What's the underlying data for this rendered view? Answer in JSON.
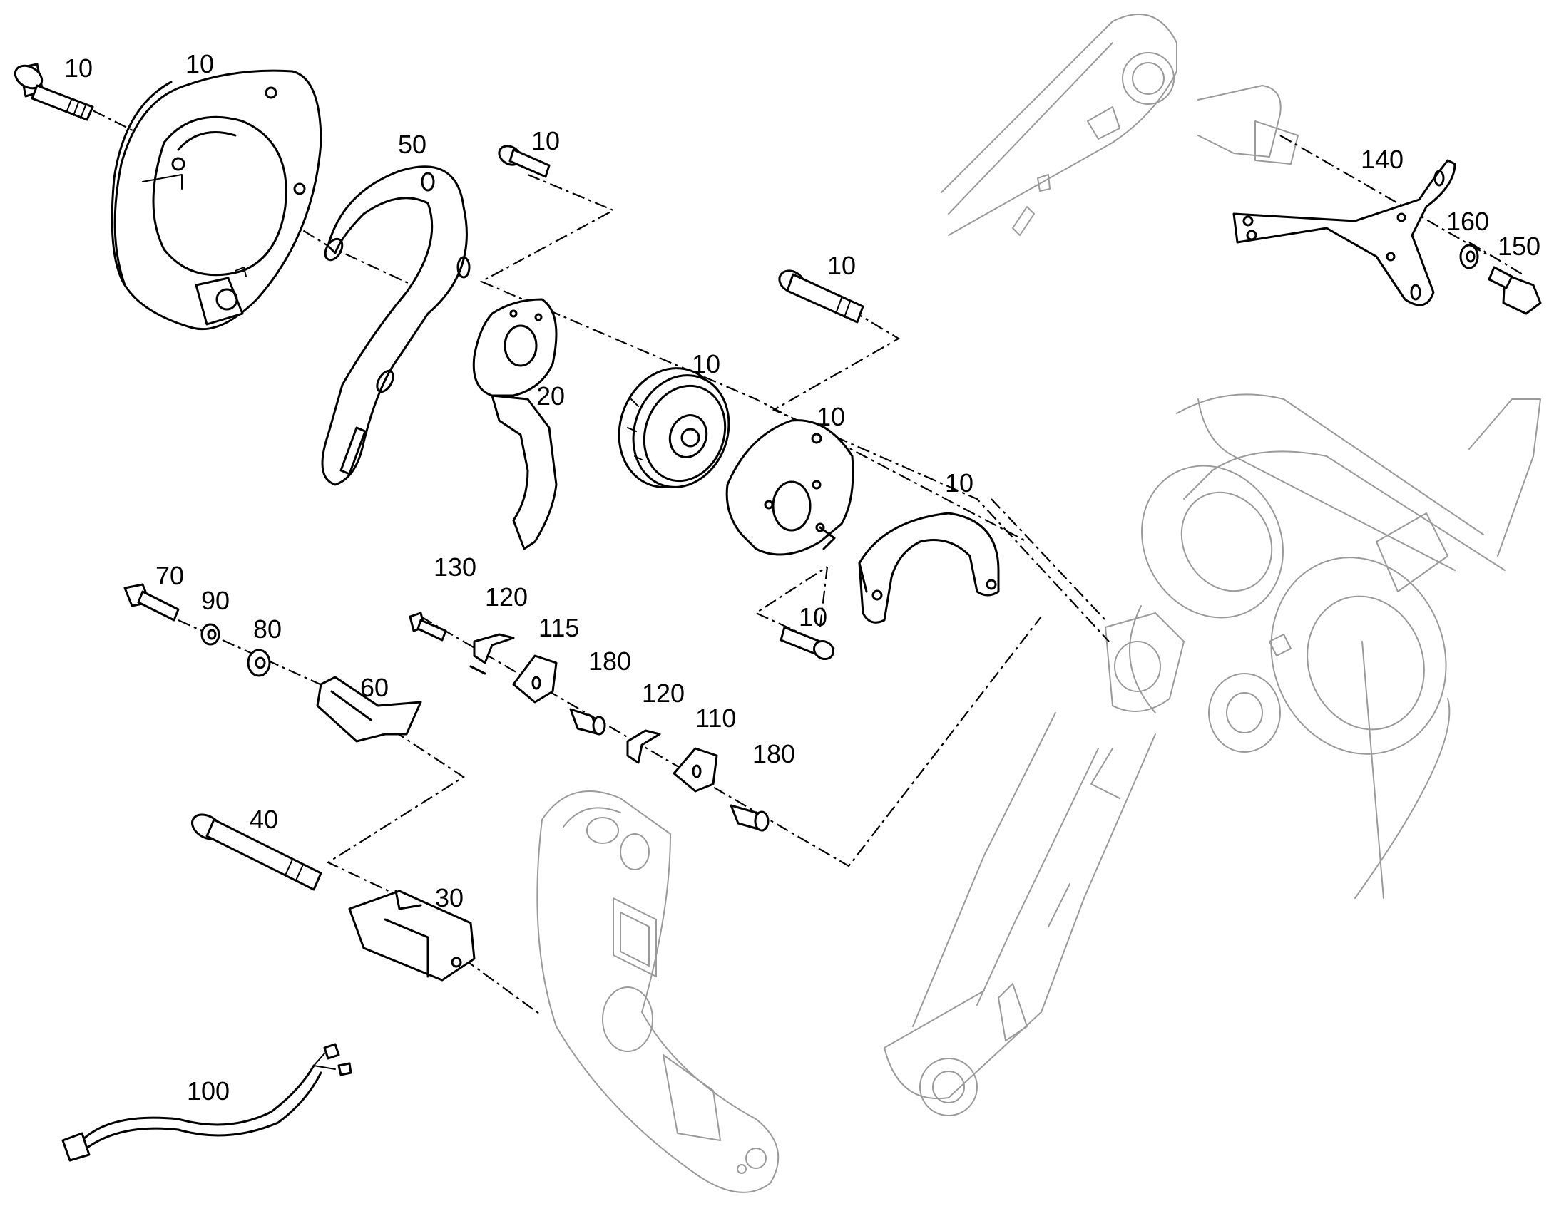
{
  "callouts": {
    "bolt_top_left": "10",
    "ring_top": "10",
    "bracket_horseshoe": "50",
    "bolt_small_top": "10",
    "bolt_mid": "10",
    "clutch_disc": "10",
    "plate_20": "20",
    "cam_plate": "10",
    "half_ring": "10",
    "bolt_lower": "10",
    "hook_bracket": "140",
    "washer_160": "160",
    "bolt_150": "150",
    "bolt_70": "70",
    "washer_90": "90",
    "washer_80": "80",
    "clip_60": "60",
    "screw_130": "130",
    "clip_120_a": "120",
    "block_115": "115",
    "sleeve_180_a": "180",
    "clip_120_b": "120",
    "block_110": "110",
    "sleeve_180_b": "180",
    "bolt_40": "40",
    "sensor_30": "30",
    "cable_100": "100"
  }
}
